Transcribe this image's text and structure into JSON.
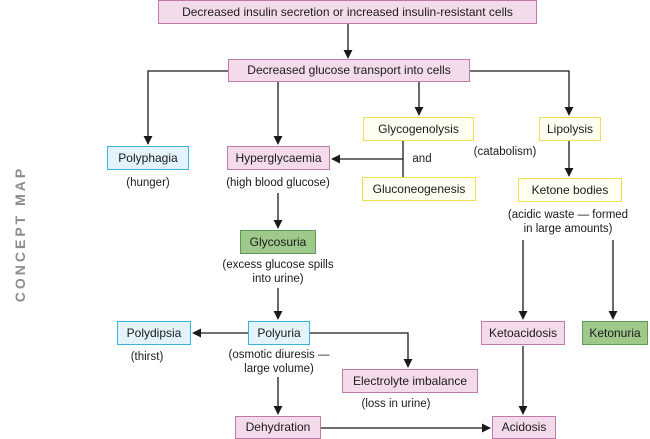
{
  "side_label": "CONCEPT MAP",
  "nodes": {
    "decreased_insulin": "Decreased insulin secretion or increased insulin-resistant cells",
    "decreased_glucose_transport": "Decreased glucose transport into cells",
    "polyphagia": "Polyphagia",
    "hyperglycaemia": "Hyperglycaemia",
    "glycogenolysis": "Glycogenolysis",
    "gluconeogenesis": "Gluconeogenesis",
    "lipolysis": "Lipolysis",
    "ketone_bodies": "Ketone bodies",
    "glycosuria": "Glycosuria",
    "polydipsia": "Polydipsia",
    "polyuria": "Polyuria",
    "ketoacidosis": "Ketoacidosis",
    "ketonuria": "Ketonuria",
    "electrolyte_imbalance": "Electrolyte imbalance",
    "dehydration": "Dehydration",
    "acidosis": "Acidosis"
  },
  "notes": {
    "hunger": "(hunger)",
    "high_blood_glucose": "(high blood glucose)",
    "and": "and",
    "catabolism": "(catabolism)",
    "acidic_waste_1": "(acidic waste — formed",
    "acidic_waste_2": "in large amounts)",
    "excess_glucose_1": "(excess glucose spills",
    "excess_glucose_2": "into urine)",
    "thirst": "(thirst)",
    "osmotic_1": "(osmotic diuresis —",
    "osmotic_2": "large volume)",
    "loss_in_urine": "(loss in urine)"
  },
  "colors": {
    "pink_fill": "#f3dbeb",
    "blue_fill": "#e2f3fb",
    "yellow_fill": "#fffef2",
    "green_fill": "#9fc98a",
    "arrow": "#1a1a1a",
    "side_label": "#8c8c8c"
  }
}
